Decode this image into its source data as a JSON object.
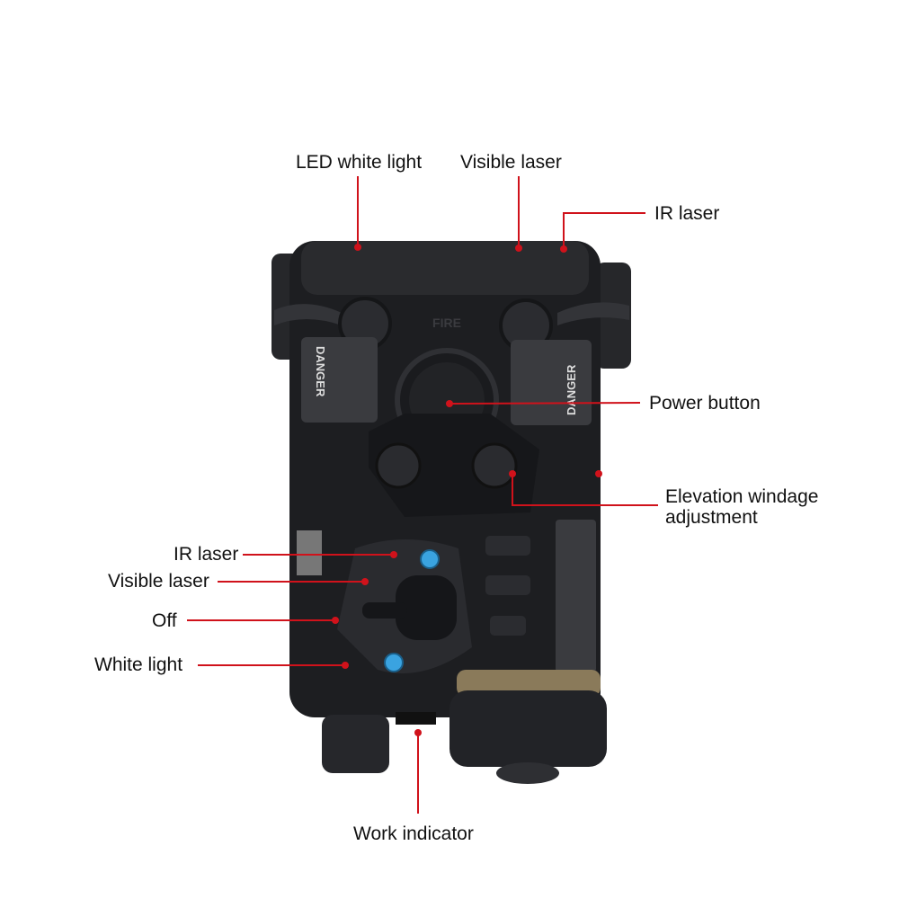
{
  "colors": {
    "leader": "#d0121b",
    "device": "#1d1e21",
    "background": "#ffffff"
  },
  "labels": {
    "led_white_light": "LED white light",
    "visible_laser_top": "Visible laser",
    "ir_laser_top": "IR laser",
    "power_button": "Power button",
    "elevation_windage_line1": "Elevation windage",
    "elevation_windage_line2": "adjustment",
    "ir_laser_mode": "IR laser",
    "visible_laser_mode": "Visible laser",
    "off_mode": "Off",
    "white_light_mode": "White light",
    "work_indicator": "Work indicator"
  },
  "device_markings": {
    "left_warning": "DANGER",
    "right_warning": "DANGER",
    "fire": "FIRE"
  }
}
